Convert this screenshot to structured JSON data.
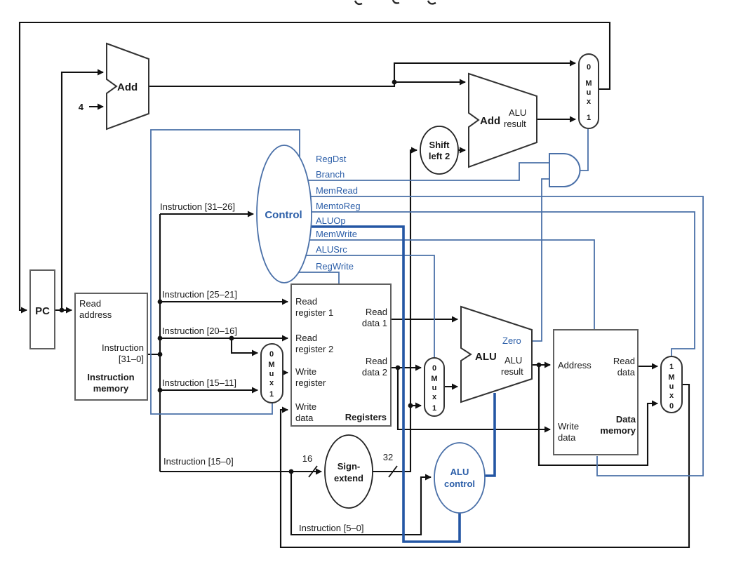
{
  "pc": {
    "label": "PC"
  },
  "adder_pc": {
    "label": "Add",
    "increment": "4"
  },
  "adder_branch": {
    "label": "Add",
    "result": [
      "ALU",
      "result"
    ]
  },
  "shift": {
    "lines": [
      "Shift",
      "left 2"
    ]
  },
  "control": {
    "label": "Control",
    "signals": [
      "RegDst",
      "Branch",
      "MemRead",
      "MemtoReg",
      "ALUOp",
      "MemWrite",
      "ALUSrc",
      "RegWrite"
    ]
  },
  "instruction_memory": {
    "read_address": [
      "Read",
      "address"
    ],
    "instruction_out": [
      "Instruction",
      "[31–0]"
    ],
    "name": [
      "Instruction",
      "memory"
    ]
  },
  "registers": {
    "read_register_1": [
      "Read",
      "register 1"
    ],
    "read_register_2": [
      "Read",
      "register 2"
    ],
    "write_register": [
      "Write",
      "register"
    ],
    "write_data": [
      "Write",
      "data"
    ],
    "read_data_1": [
      "Read",
      "data 1"
    ],
    "read_data_2": [
      "Read",
      "data 2"
    ],
    "name": "Registers"
  },
  "alu": {
    "label": "ALU",
    "zero": "Zero",
    "result": [
      "ALU",
      "result"
    ]
  },
  "sign_extend": {
    "lines": [
      "Sign-",
      "extend"
    ],
    "in_width": "16",
    "out_width": "32"
  },
  "alu_control": {
    "lines": [
      "ALU",
      "control"
    ]
  },
  "data_memory": {
    "address": "Address",
    "read_data": [
      "Read",
      "data"
    ],
    "write_data": [
      "Write",
      "data"
    ],
    "name": [
      "Data",
      "memory"
    ]
  },
  "wire_labels": {
    "instr_31_26": "Instruction [31–26]",
    "instr_25_21": "Instruction [25–21]",
    "instr_20_16": "Instruction [20–16]",
    "instr_15_11": "Instruction [15–11]",
    "instr_15_0": "Instruction [15–0]",
    "instr_5_0": "Instruction [5–0]"
  },
  "mux": {
    "letters": "Mux",
    "zero": "0",
    "one": "1"
  },
  "colors": {
    "wire_black": "#111111",
    "wire_blue": "#4a70a8",
    "wire_blue_thick": "#2456a4",
    "text_blue": "#2b5ea8"
  }
}
